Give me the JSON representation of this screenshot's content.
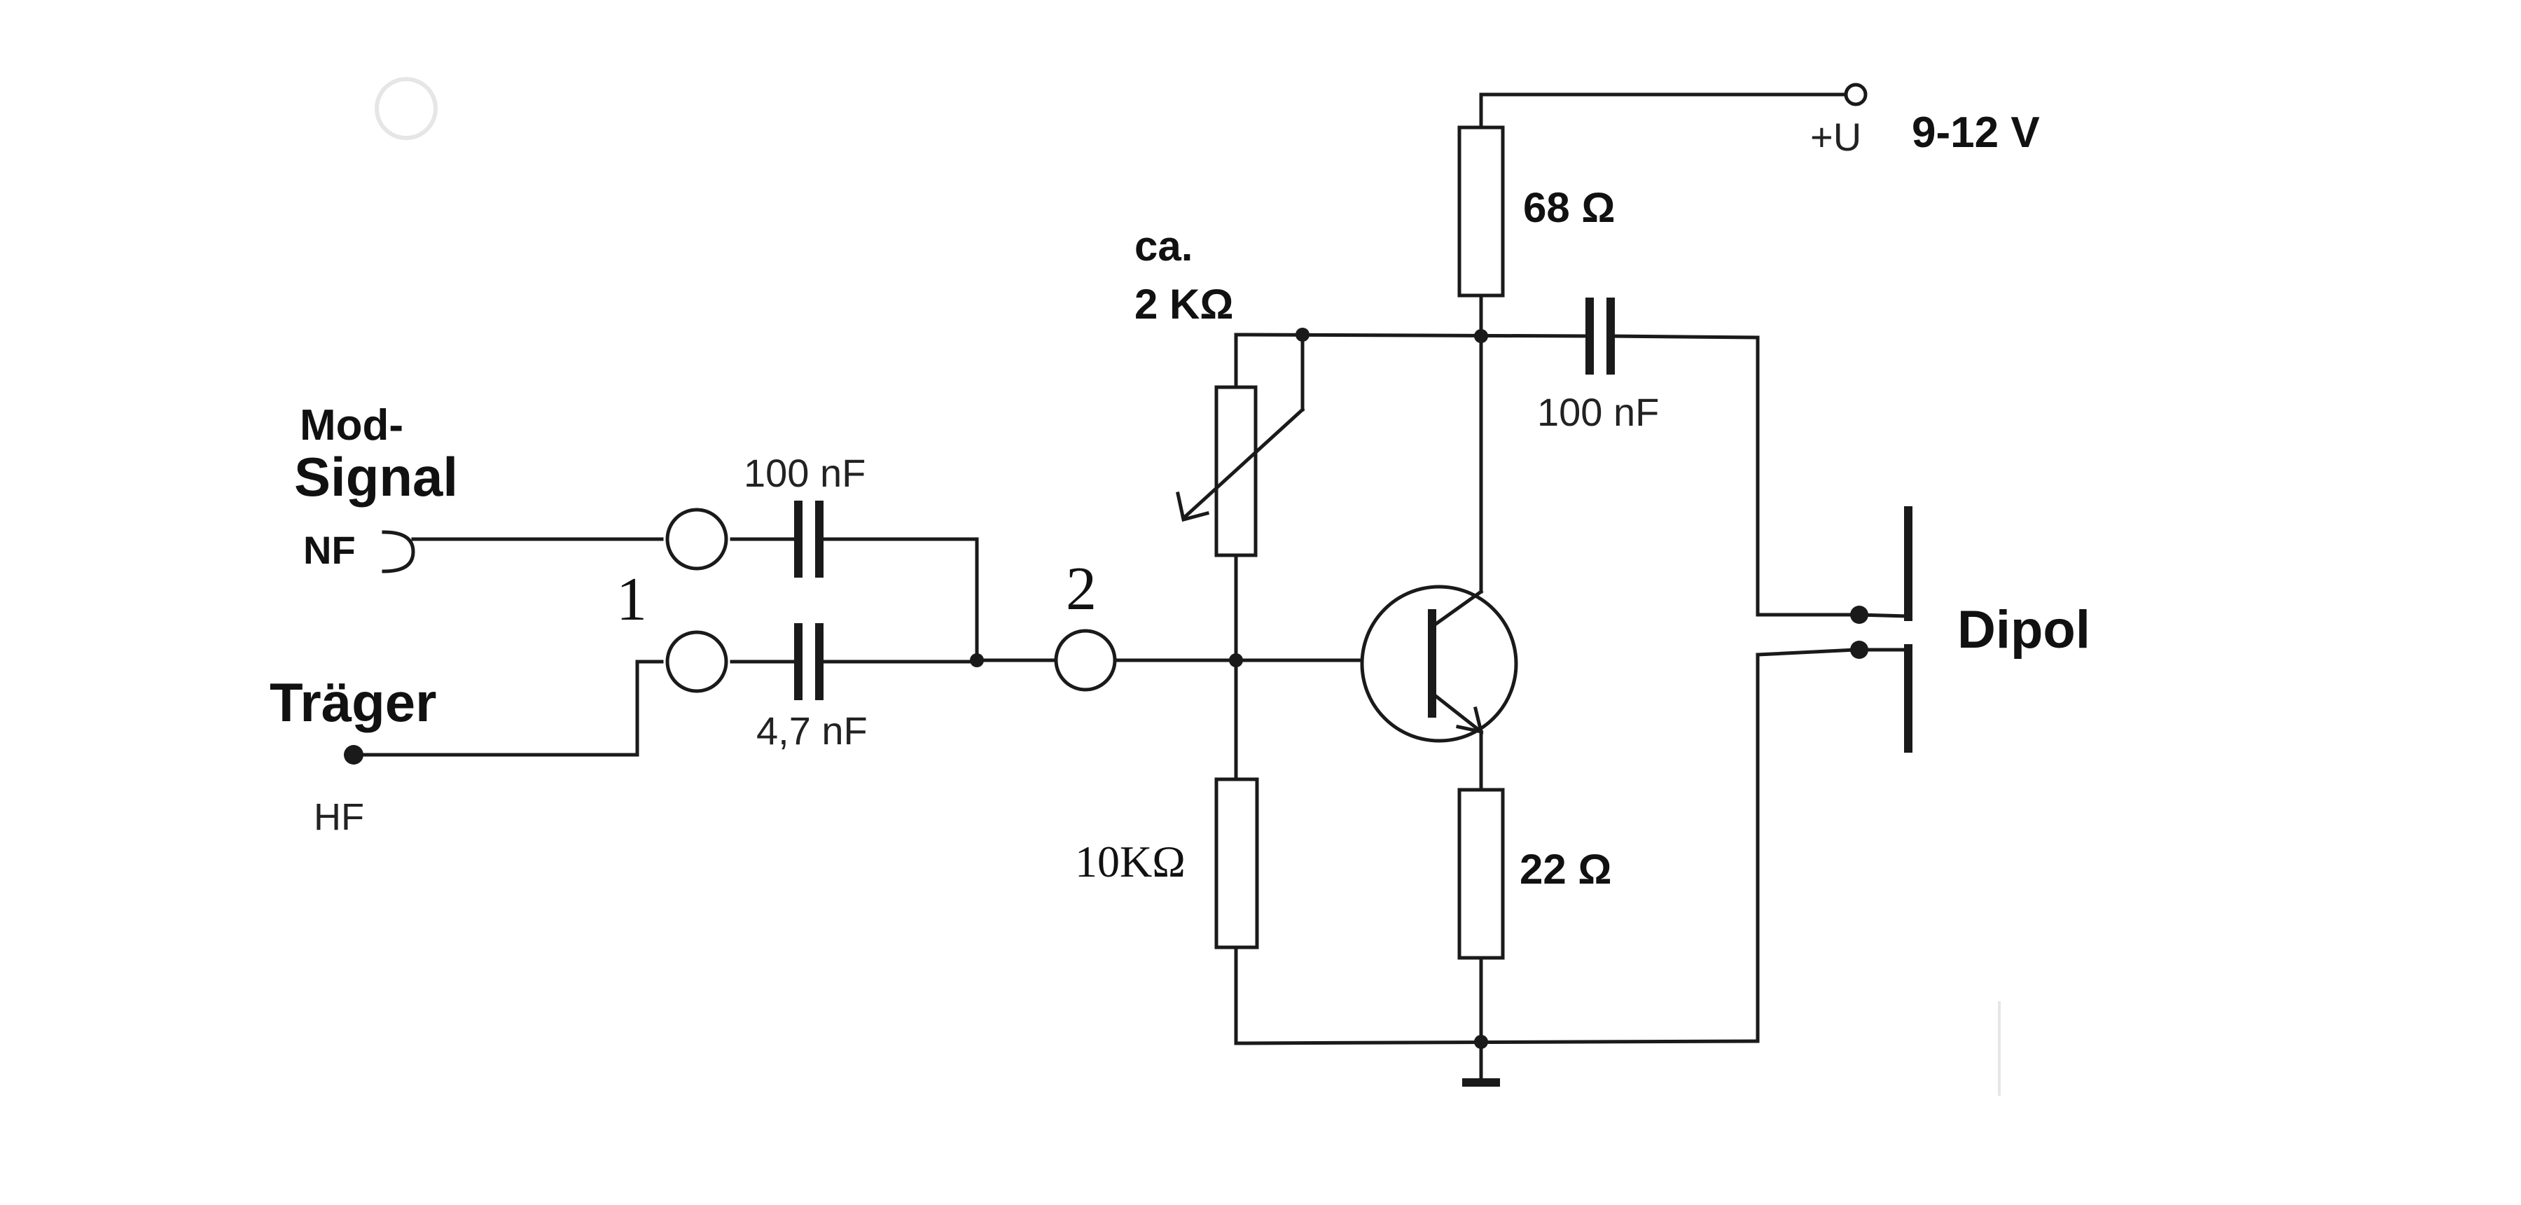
{
  "labels": {
    "mod_line1": "Mod-",
    "mod_line2": "Signal",
    "nf": "NF",
    "traeger": "Träger",
    "hf": "HF",
    "point1": "1",
    "point2": "2",
    "cap_mod": "100 nF",
    "cap_hf": "4,7 nF",
    "pot_line1": "ca.",
    "pot_line2": "2 KΩ",
    "r_collector": "68 Ω",
    "supply_symbol": "+U",
    "supply_voltage": "9-12 V",
    "cap_out": "100 nF",
    "r_base": "10KΩ",
    "r_emitter": "22 Ω",
    "dipol": "Dipol"
  }
}
